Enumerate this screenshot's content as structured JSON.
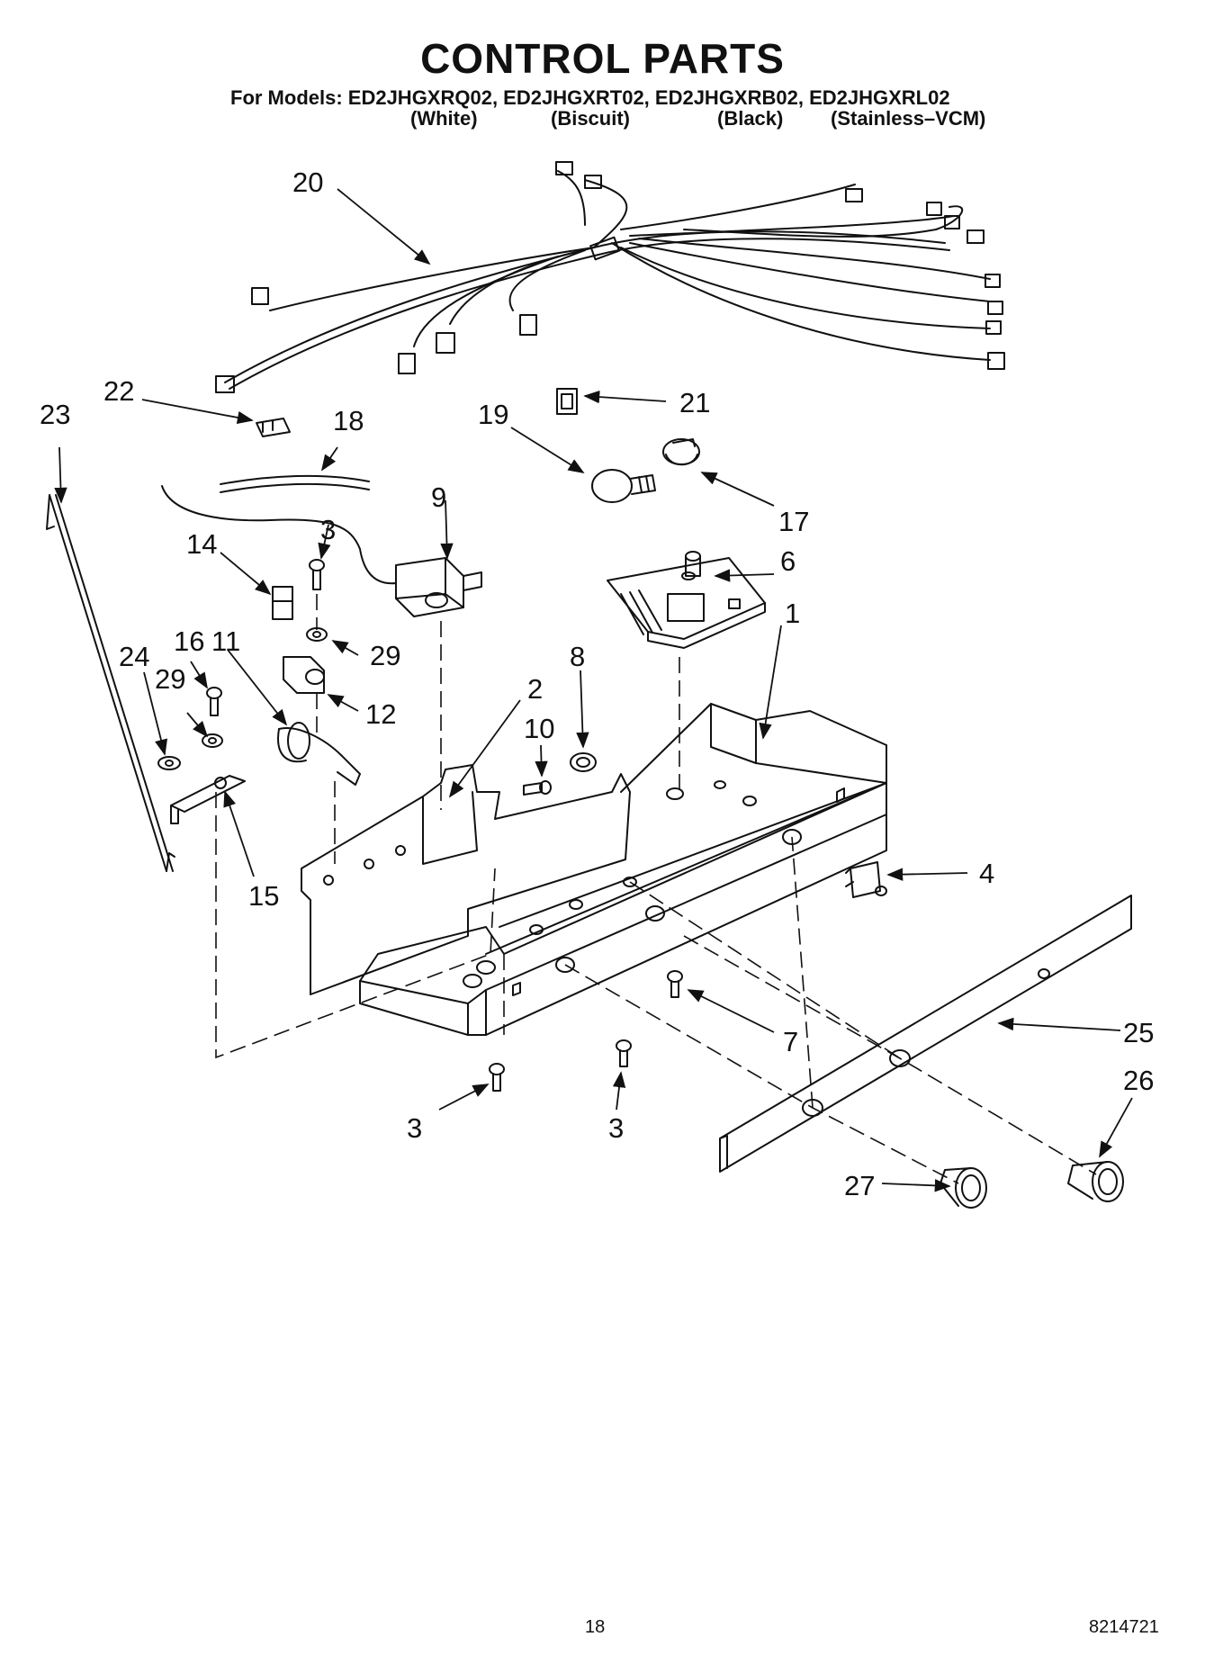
{
  "header": {
    "title": "CONTROL PARTS",
    "models_line": "For Models: ED2JHGXRQ02, ED2JHGXRT02, ED2JHGXRB02, ED2JHGXRL02",
    "variants": [
      "(White)",
      "(Biscuit)",
      "(Black)",
      "(Stainless–VCM)"
    ]
  },
  "callouts": {
    "c20": "20",
    "c22": "22",
    "c23": "23",
    "c18": "18",
    "c21": "21",
    "c19": "19",
    "c17": "17",
    "c9": "9",
    "c3a": "3",
    "c14": "14",
    "c6": "6",
    "c1": "1",
    "c29a": "29",
    "c24": "24",
    "c16": "16",
    "c11": "11",
    "c29b": "29",
    "c12": "12",
    "c8": "8",
    "c2": "2",
    "c10": "10",
    "c15": "15",
    "c4": "4",
    "c7": "7",
    "c25": "25",
    "c26": "26",
    "c3b": "3",
    "c3c": "3",
    "c27": "27"
  },
  "footer": {
    "page_number": "18",
    "document_number": "8214721"
  }
}
